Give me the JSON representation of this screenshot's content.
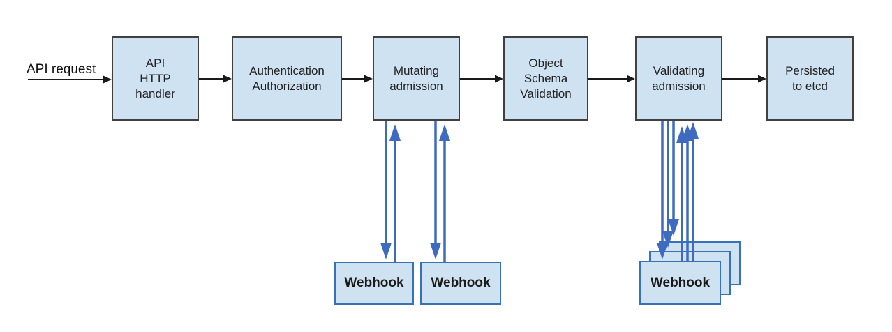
{
  "diagram": {
    "type": "flowchart",
    "description": "Kubernetes API request admission flow with mutating and validating admission webhooks",
    "api_request_label": "API request",
    "nodes": {
      "api_http_handler": "API\nHTTP\nhandler",
      "authentication_authorization": "Authentication\nAuthorization",
      "mutating_admission": "Mutating\nadmission",
      "object_schema_validation": "Object\nSchema\nValidation",
      "validating_admission": "Validating\nadmission",
      "persisted_to_etcd": "Persisted\nto etcd",
      "webhook_mutating_1": "Webhook",
      "webhook_mutating_2": "Webhook",
      "webhook_validating_front": "Webhook"
    },
    "flow_order": [
      "API request",
      "API HTTP handler",
      "Authentication Authorization",
      "Mutating admission",
      "Object Schema Validation",
      "Validating admission",
      "Persisted to etcd"
    ],
    "webhook_links": [
      {
        "from": "Mutating admission",
        "to": "Webhook (1)",
        "style": "bidirectional-blue"
      },
      {
        "from": "Mutating admission",
        "to": "Webhook (2)",
        "style": "bidirectional-blue"
      },
      {
        "from": "Validating admission",
        "to": "Webhook (stacked x3)",
        "style": "bidirectional-blue-triple"
      }
    ],
    "colors": {
      "node_fill": "#cfe2f1",
      "node_border": "#404040",
      "webhook_node_border": "#3672b5",
      "flow_arrow": "#1a1a1a",
      "webhook_arrow": "#3e6bc0",
      "background": "#ffffff"
    }
  }
}
